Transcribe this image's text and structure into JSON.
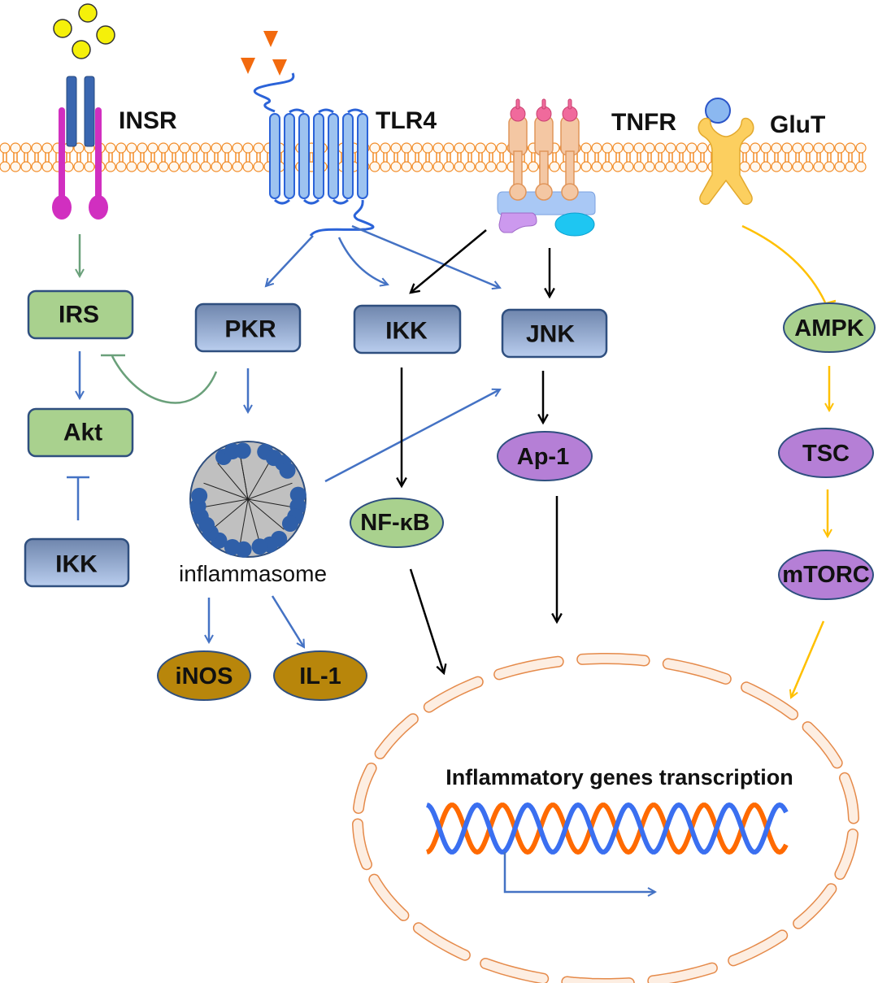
{
  "receptors": {
    "insr": "INSR",
    "tlr4": "TLR4",
    "tnfr": "TNFR",
    "glut": "GluT"
  },
  "nodes": {
    "irs": "IRS",
    "akt": "Akt",
    "ikk_left": "IKK",
    "pkr": "PKR",
    "ikk_center": "IKK",
    "jnk": "JNK",
    "ampk": "AMPK",
    "ap1": "Ap-1",
    "nfkb": "NF-κB",
    "tsc": "TSC",
    "mtorc": "mTORC",
    "inos": "iNOS",
    "il1": "IL-1"
  },
  "inflammasome_label": "inflammasome",
  "nucleus_label": "Inflammatory genes transcription",
  "colors": {
    "membrane": "#f28c28",
    "box_blue": "#8fa7cc",
    "box_green": "#a9d18e",
    "oval_purple": "#b57fd6",
    "oval_olive": "#b8860b",
    "arrow_blue": "#4472c4",
    "arrow_green": "#6aa07a",
    "arrow_yellow": "#ffc000",
    "dna_orange": "#ff6a00",
    "dna_blue": "#3a6ff0"
  }
}
